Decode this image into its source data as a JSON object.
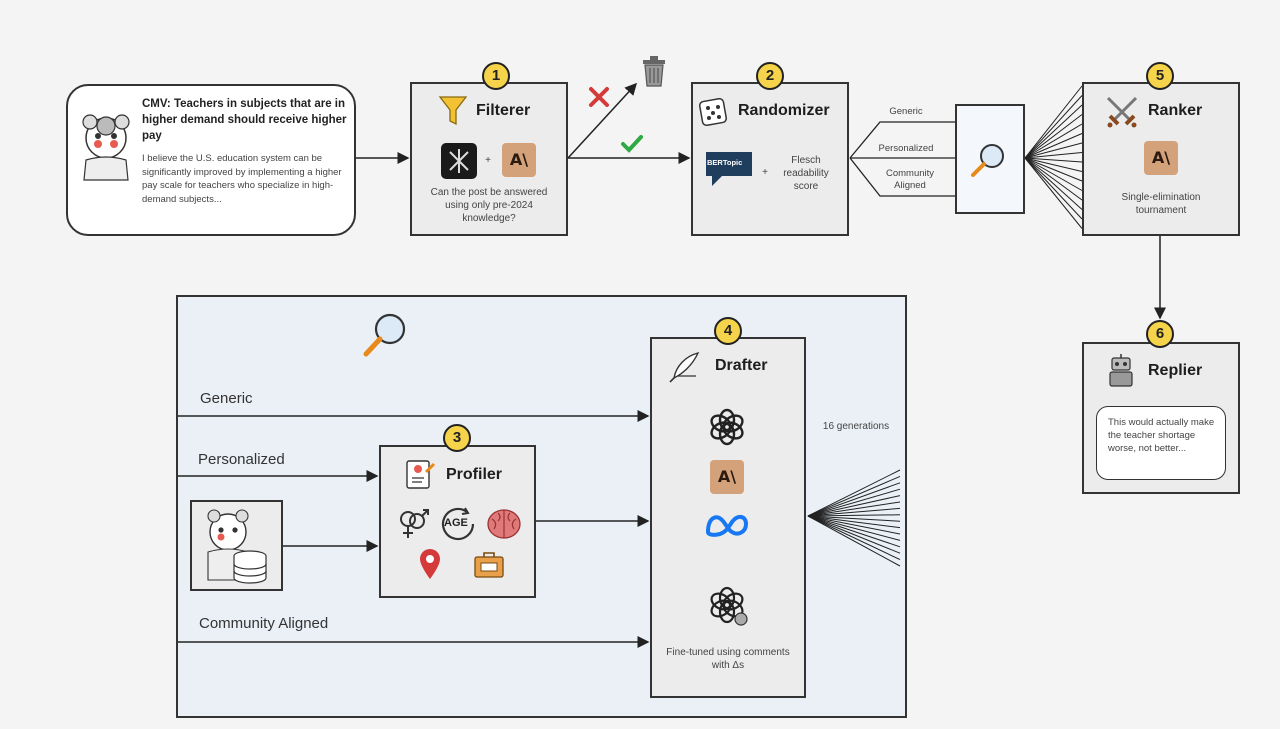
{
  "post": {
    "title": "CMV: Teachers in subjects that are in higher demand should receive higher pay",
    "body": "I believe the U.S. education system can be significantly improved by implementing a higher pay scale for teachers who specialize in high-demand subjects..."
  },
  "filterer": {
    "badge": "1",
    "title": "Filterer",
    "plus": "+",
    "claude_logo": "A\\",
    "question": "Can the post be answered using only pre-2024 knowledge?"
  },
  "randomizer": {
    "badge": "2",
    "title": "Randomizer",
    "bertopic_logo": "BERTopic",
    "plus": "+",
    "flesch": "Flesch readability score"
  },
  "branches": {
    "generic": "Generic",
    "personalized": "Personalized",
    "community": "Community Aligned"
  },
  "ranker": {
    "badge": "5",
    "title": "Ranker",
    "claude_logo": "A\\",
    "caption": "Single-elimination tournament"
  },
  "replier": {
    "badge": "6",
    "title": "Replier",
    "reply": "This would actually make the teacher shortage worse, not better..."
  },
  "profiler": {
    "badge": "3",
    "title": "Profiler",
    "age_label": "AGE"
  },
  "drafter": {
    "badge": "4",
    "title": "Drafter",
    "claude_logo": "A\\",
    "finetune": "Fine-tuned using comments with Δs",
    "generations": "16 generations"
  },
  "inner_labels": {
    "generic": "Generic",
    "personalized": "Personalized",
    "community": "Community Aligned"
  },
  "colors": {
    "badge": "#f5d34a",
    "claude": "#d4a27a",
    "meta": "#1877f2",
    "red_x": "#d43a3a",
    "green_check": "#2eaa44"
  },
  "icons": [
    "reddit-avatar-icon",
    "funnel-icon",
    "dice-icon",
    "magnifier-icon",
    "swords-icon",
    "robot-icon",
    "quill-icon",
    "openai-icon",
    "meta-icon",
    "trash-icon",
    "gender-icon",
    "location-icon",
    "brain-icon",
    "briefcase-icon",
    "clipboard-icon"
  ]
}
